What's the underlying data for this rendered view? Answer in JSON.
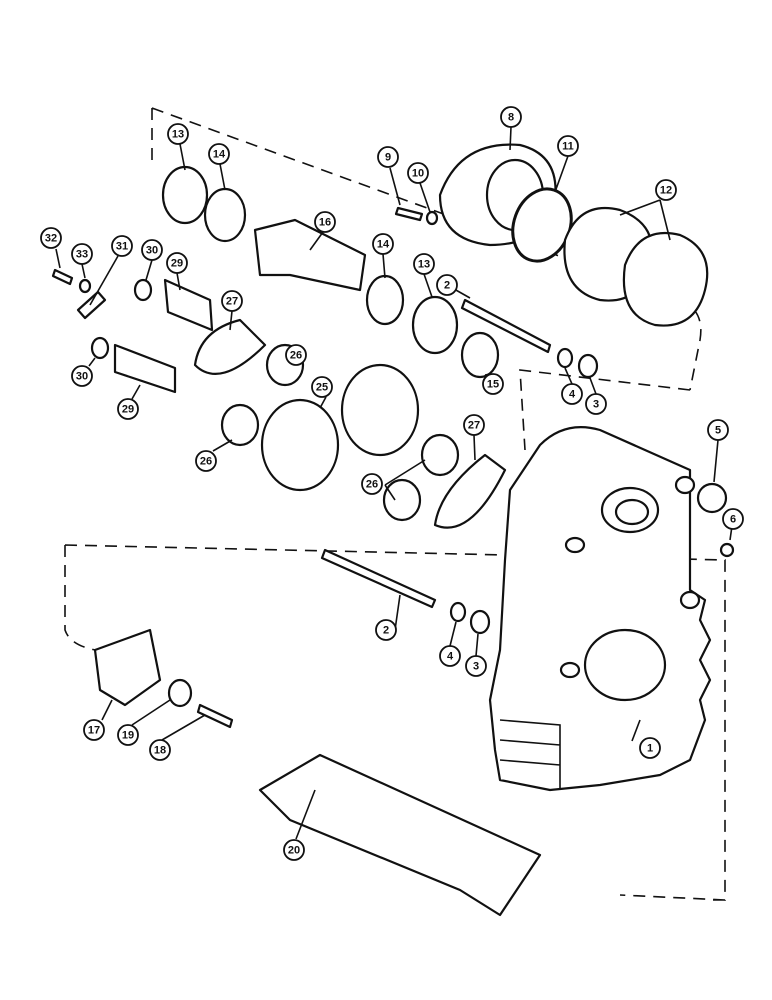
{
  "diagram": {
    "callouts": [
      {
        "id": "c1",
        "label": "1"
      },
      {
        "id": "c2a",
        "label": "2"
      },
      {
        "id": "c2b",
        "label": "2"
      },
      {
        "id": "c3a",
        "label": "3"
      },
      {
        "id": "c3b",
        "label": "3"
      },
      {
        "id": "c4a",
        "label": "4"
      },
      {
        "id": "c4b",
        "label": "4"
      },
      {
        "id": "c5",
        "label": "5"
      },
      {
        "id": "c6",
        "label": "6"
      },
      {
        "id": "c8",
        "label": "8"
      },
      {
        "id": "c9",
        "label": "9"
      },
      {
        "id": "c10",
        "label": "10"
      },
      {
        "id": "c11",
        "label": "11"
      },
      {
        "id": "c12",
        "label": "12"
      },
      {
        "id": "c13a",
        "label": "13"
      },
      {
        "id": "c13b",
        "label": "13"
      },
      {
        "id": "c14a",
        "label": "14"
      },
      {
        "id": "c14b",
        "label": "14"
      },
      {
        "id": "c15",
        "label": "15"
      },
      {
        "id": "c16",
        "label": "16"
      },
      {
        "id": "c17",
        "label": "17"
      },
      {
        "id": "c18",
        "label": "18"
      },
      {
        "id": "c19",
        "label": "19"
      },
      {
        "id": "c20",
        "label": "20"
      },
      {
        "id": "c25",
        "label": "25"
      },
      {
        "id": "c26a",
        "label": "26"
      },
      {
        "id": "c26b",
        "label": "26"
      },
      {
        "id": "c26c",
        "label": "26"
      },
      {
        "id": "c27a",
        "label": "27"
      },
      {
        "id": "c27b",
        "label": "27"
      },
      {
        "id": "c29a",
        "label": "29"
      },
      {
        "id": "c29b",
        "label": "29"
      },
      {
        "id": "c30a",
        "label": "30"
      },
      {
        "id": "c30b",
        "label": "30"
      },
      {
        "id": "c31",
        "label": "31"
      },
      {
        "id": "c32",
        "label": "32"
      },
      {
        "id": "c33",
        "label": "33"
      }
    ]
  }
}
